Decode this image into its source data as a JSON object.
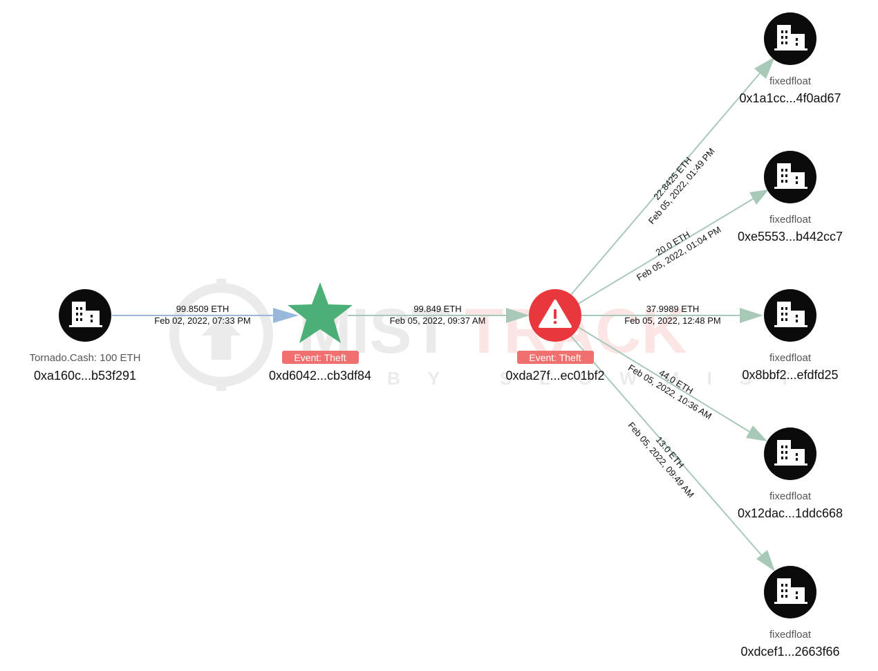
{
  "watermark": {
    "brand_left": "MIST",
    "brand_right": "TRACK",
    "tagline": "BY SLOWMIST"
  },
  "colors": {
    "edge_blue": "#9ab7dc",
    "edge_green": "#a9c9b8",
    "node_dark": "#0b0b0b",
    "star": "#4caf78",
    "alert": "#e8383e",
    "badge": "#f07070"
  },
  "nodes": [
    {
      "id": "n_src",
      "icon": "building-icon",
      "name": "Tornado.Cash: 100 ETH",
      "address": "0xa160c...b53f291"
    },
    {
      "id": "n_star",
      "icon": "star-icon",
      "badge": "Event: Theft",
      "address": "0xd6042...cb3df84"
    },
    {
      "id": "n_alert",
      "icon": "alert-icon",
      "badge": "Event: Theft",
      "address": "0xda27f...ec01bf2"
    },
    {
      "id": "n_t1",
      "icon": "building-icon",
      "name": "fixedfloat",
      "address": "0x1a1cc...4f0ad67"
    },
    {
      "id": "n_t2",
      "icon": "building-icon",
      "name": "fixedfloat",
      "address": "0xe5553...b442cc7"
    },
    {
      "id": "n_t3",
      "icon": "building-icon",
      "name": "fixedfloat",
      "address": "0x8bbf2...efdfd25"
    },
    {
      "id": "n_t4",
      "icon": "building-icon",
      "name": "fixedfloat",
      "address": "0x12dac...1ddc668"
    },
    {
      "id": "n_t5",
      "icon": "building-icon",
      "name": "fixedfloat",
      "address": "0xdcef1...2663f66"
    }
  ],
  "edges": [
    {
      "from": "n_src",
      "to": "n_star",
      "amount": "99.8509 ETH",
      "date": "Feb 02, 2022, 07:33 PM"
    },
    {
      "from": "n_star",
      "to": "n_alert",
      "amount": "99.849 ETH",
      "date": "Feb 05, 2022, 09:37 AM"
    },
    {
      "from": "n_alert",
      "to": "n_t1",
      "amount": "22.8425 ETH",
      "date": "Feb 05, 2022, 01:49 PM"
    },
    {
      "from": "n_alert",
      "to": "n_t2",
      "amount": "20.0 ETH",
      "date": "Feb 05, 2022, 01:04 PM"
    },
    {
      "from": "n_alert",
      "to": "n_t3",
      "amount": "37.9989 ETH",
      "date": "Feb 05, 2022, 12:48 PM"
    },
    {
      "from": "n_alert",
      "to": "n_t4",
      "amount": "44.0 ETH",
      "date": "Feb 05, 2022, 10:36 AM"
    },
    {
      "from": "n_alert",
      "to": "n_t5",
      "amount": "13.0 ETH",
      "date": "Feb 05, 2022, 09:49 AM"
    }
  ]
}
